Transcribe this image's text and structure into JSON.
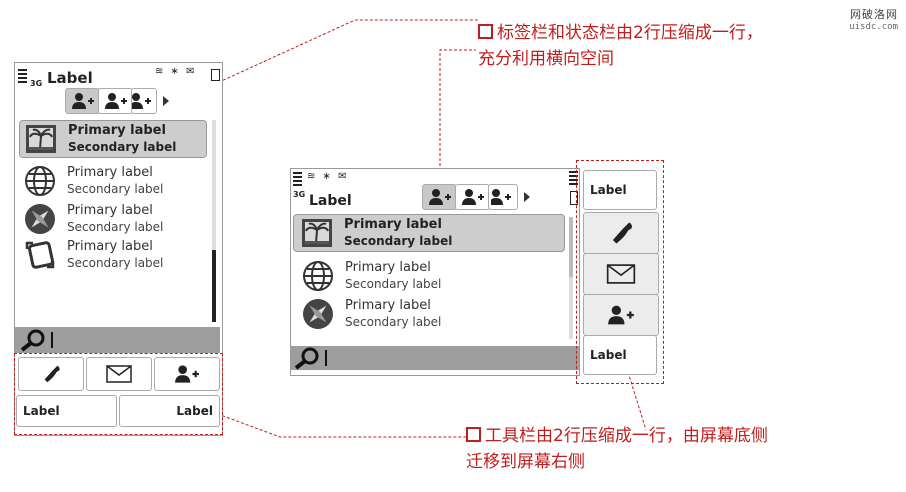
{
  "watermark": {
    "cn": "网破洛网",
    "en": "uisdc.com"
  },
  "annotations": {
    "top": {
      "line1": "标签栏和状态栏由2行压缩成一行，",
      "line2": "充分利用横向空间"
    },
    "bottom": {
      "line1": "工具栏由2行压缩成一行，由屏幕底侧",
      "line2": "迁移到屏幕右侧"
    }
  },
  "portrait": {
    "network": "3G",
    "title": "Label",
    "status_icons": "≋ ∗ ✉",
    "list": [
      {
        "primary": "Primary label",
        "secondary": "Secondary label",
        "icon": "palm-tree-icon"
      },
      {
        "primary": "Primary label",
        "secondary": "Secondary label",
        "icon": "globe-icon"
      },
      {
        "primary": "Primary label",
        "secondary": "Secondary label",
        "icon": "compass-icon"
      },
      {
        "primary": "Primary label",
        "secondary": "Secondary label",
        "icon": "rotate-device-icon"
      }
    ],
    "toolbar": {
      "label_left": "Label",
      "label_right": "Label"
    }
  },
  "landscape": {
    "network": "3G",
    "title": "Label",
    "status_icons": "≋ ∗ ✉",
    "list": [
      {
        "primary": "Primary label",
        "secondary": "Secondary label",
        "icon": "palm-tree-icon"
      },
      {
        "primary": "Primary label",
        "secondary": "Secondary label",
        "icon": "globe-icon"
      },
      {
        "primary": "Primary label",
        "secondary": "Secondary label",
        "icon": "compass-icon"
      }
    ],
    "toolbar": {
      "label_top": "Label",
      "label_bottom": "Label"
    }
  },
  "colors": {
    "annotation": "#c21d1d",
    "selected_row": "#cdcdcd",
    "search_bar": "#9d9d9d"
  }
}
